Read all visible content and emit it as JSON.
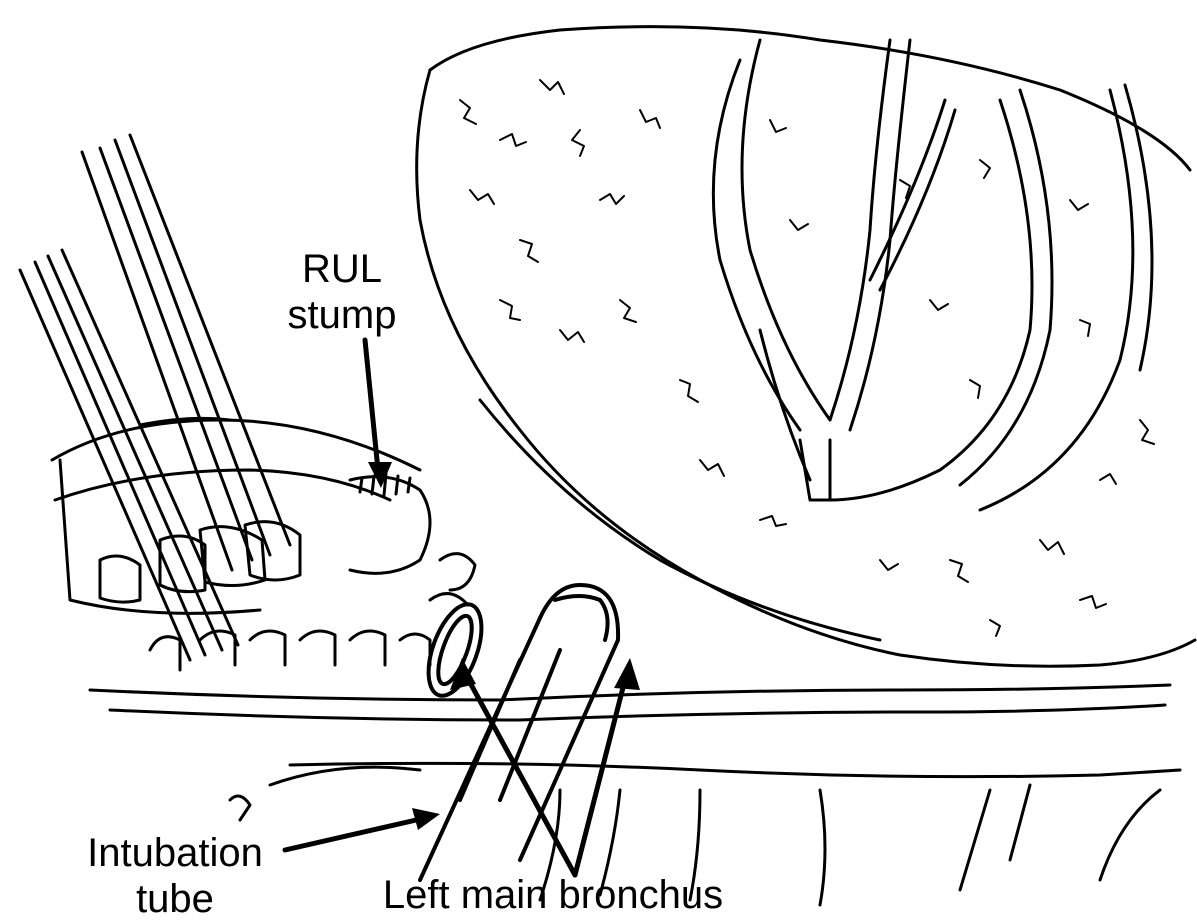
{
  "labels": {
    "rul_stump": {
      "line1": "RUL",
      "line2": "stump"
    },
    "intubation_tube": {
      "line1": "Intubation",
      "line2": "tube"
    },
    "left_main_bronchus": "Left main bronchus"
  },
  "colors": {
    "ink": "#000000",
    "background": "#ffffff"
  }
}
